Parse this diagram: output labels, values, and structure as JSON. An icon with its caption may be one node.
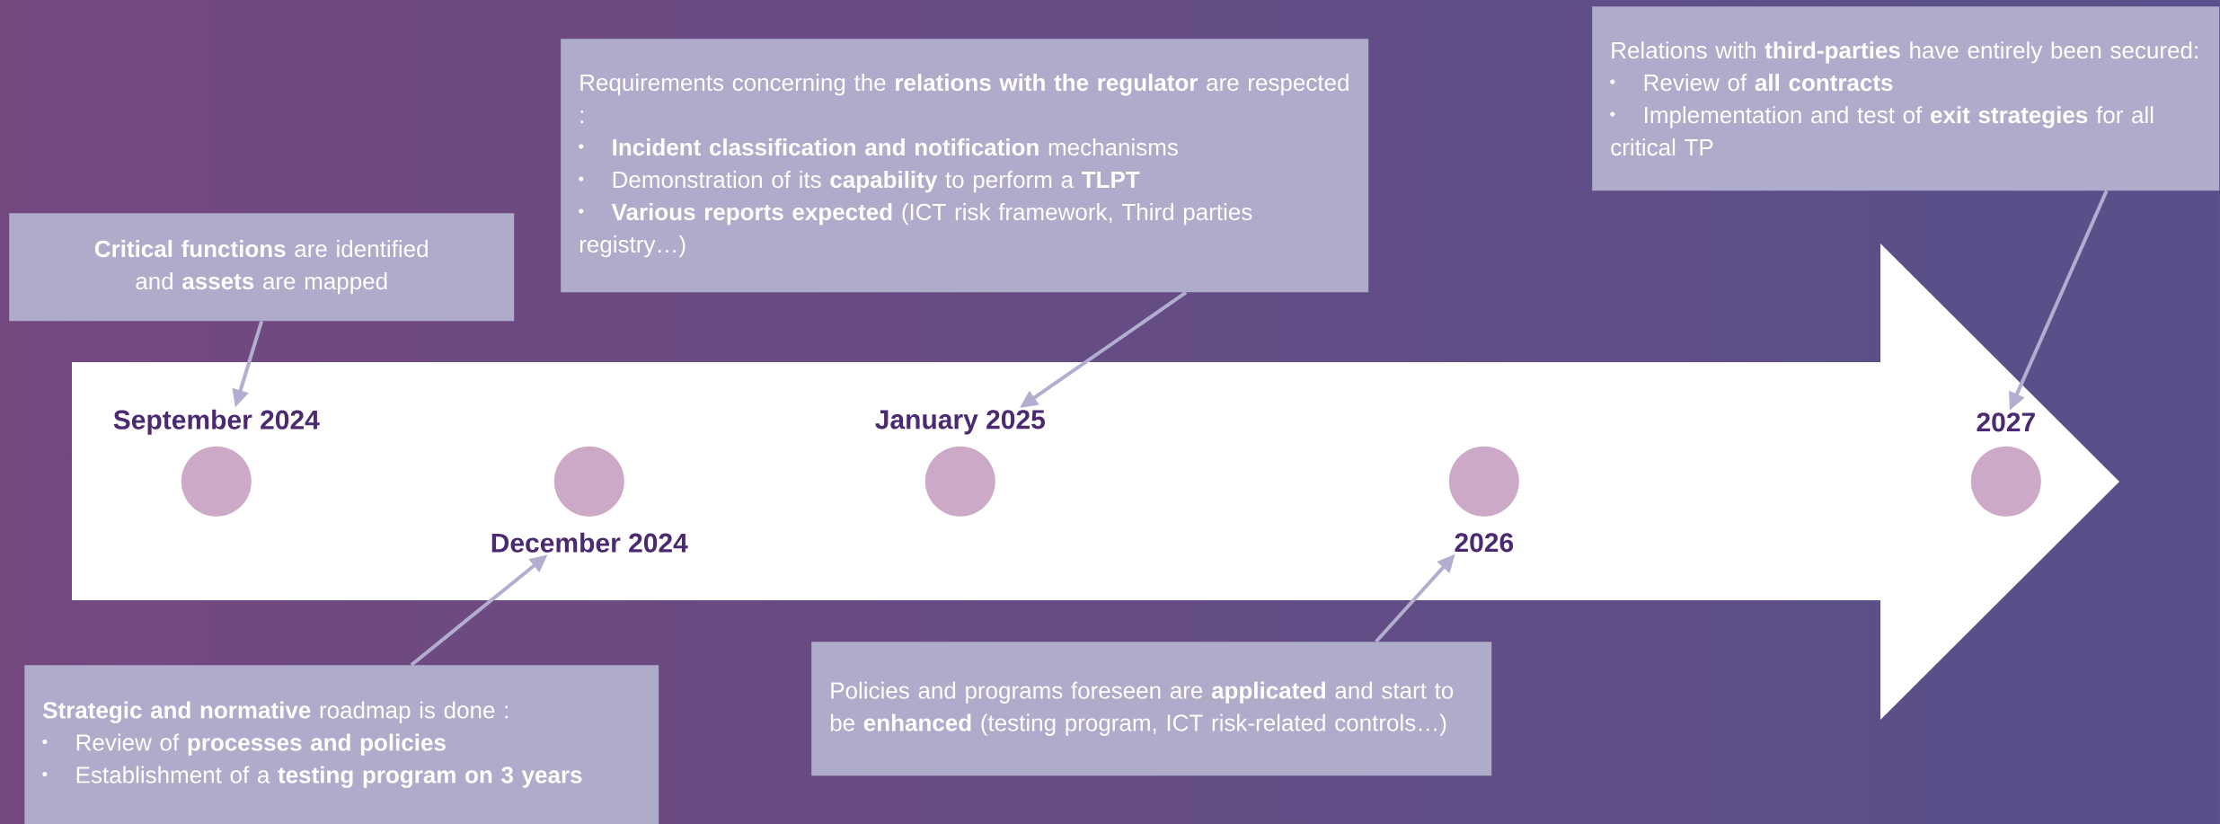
{
  "diagram": {
    "nodes": [
      {
        "text": [
          "**Critical functions** are identified and **assets** are mapped"
        ]
      },
      {
        "text": [
          "Requirements concerning the **relations with the regulator** are respected :",
          "**Incident classification and notification** mechanisms",
          "Demonstration of its **capability** to perform a **TLPT**",
          "**Various reports expected** (ICT risk framework, Third parties registry…)"
        ]
      },
      {
        "text": [
          "Relations with **third-parties** have entirely been secured:",
          "Review of **all contracts**",
          "Implementation and test of **exit strategies** for all critical TP"
        ]
      },
      {
        "text": [],
        "shape": "arrow"
      },
      {
        "text": [
          "September 2024"
        ],
        "in": 3
      },
      {
        "text": [
          "December 2024"
        ],
        "in": 3
      },
      {
        "text": [
          "January 2025"
        ],
        "in": 3
      },
      {
        "text": [
          "2026"
        ],
        "in": 3
      },
      {
        "text": [
          "2027"
        ],
        "in": 3
      },
      {
        "text": [],
        "shape": "circle",
        "in": 3
      },
      {
        "text": [],
        "shape": "circle",
        "in": 3
      },
      {
        "text": [],
        "shape": "circle",
        "in": 3
      },
      {
        "text": [],
        "shape": "circle",
        "in": 3
      },
      {
        "text": [],
        "shape": "circle",
        "in": 3
      },
      {
        "text": [
          "**Strategic and normative** roadmap is done :",
          "Review of **processes and policies**",
          "Establishment of a **testing program on 3 years**"
        ]
      },
      {
        "text": [
          "Policies and programs foreseen are **applicated** and start to be **enhanced** (testing program, ICT risk-related controls…)"
        ]
      }
    ],
    "edges": [
      {
        "from": 0,
        "to": 4,
        "arrow": "to"
      },
      {
        "from": 1,
        "to": 6,
        "arrow": "to"
      },
      {
        "from": 2,
        "to": 8,
        "arrow": "to"
      },
      {
        "from": 14,
        "to": 5,
        "arrow": "to"
      },
      {
        "from": 15,
        "to": 7,
        "arrow": "to"
      }
    ]
  }
}
